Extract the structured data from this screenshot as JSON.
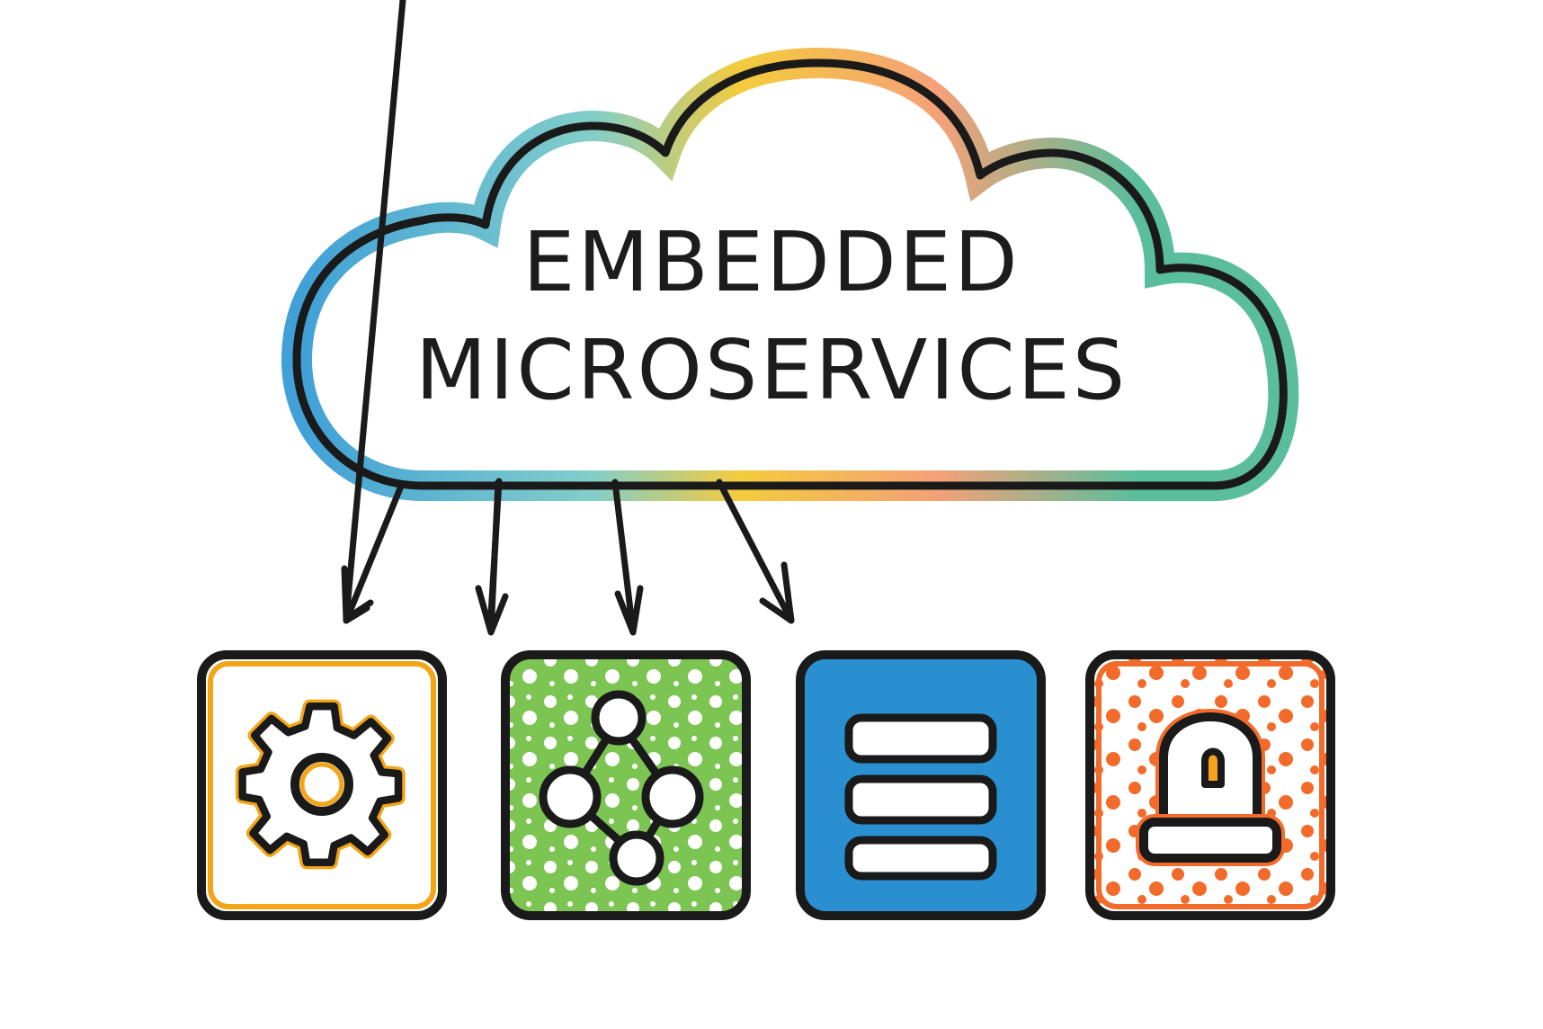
{
  "diagram": {
    "title_line1": "EMBEDDED",
    "title_line2": "MICROSERVICES",
    "style": "hand-drawn crayon sketch",
    "cloud": {
      "shape": "cloud",
      "outline_color": "#1a1a1a",
      "fill_colors": [
        "#1e8fd0",
        "#5fc4b0",
        "#f2c21a",
        "#f39060",
        "#3db38a"
      ]
    },
    "arrows": {
      "count": 4,
      "color": "#1a1a1a",
      "direction": "cloud-to-tiles"
    },
    "tiles": [
      {
        "name": "configuration",
        "icon": "gear-icon",
        "accent": "#f2a516",
        "fill": "none"
      },
      {
        "name": "network",
        "icon": "network-nodes-icon",
        "accent": "#6abf45",
        "fill": "speckled"
      },
      {
        "name": "data-list",
        "icon": "list-bars-icon",
        "accent": "#2a8fd0",
        "fill": "solid"
      },
      {
        "name": "alert",
        "icon": "alarm-beacon-icon",
        "accent": "#f06a2a",
        "fill": "speckled"
      }
    ]
  }
}
